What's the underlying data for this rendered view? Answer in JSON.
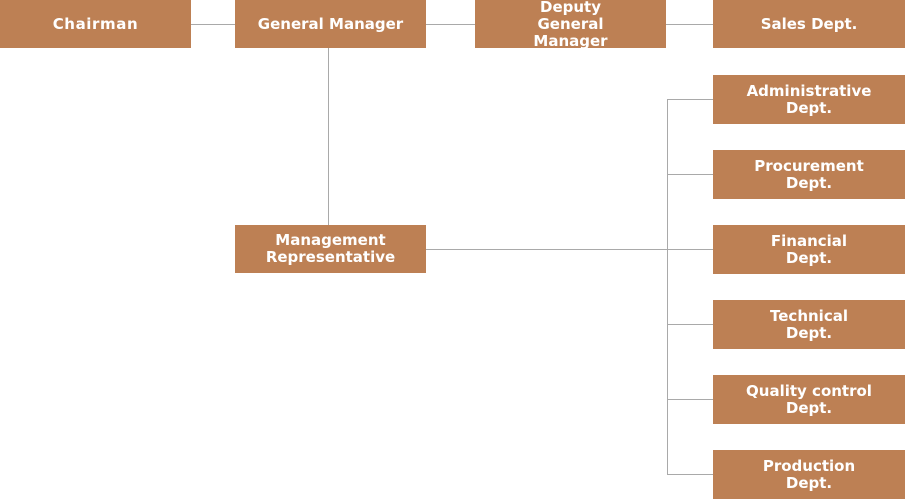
{
  "org_chart": {
    "chairman": "Chairman",
    "general_manager": "General Manager",
    "deputy_general_manager": "Deputy General Manager",
    "sales_dept": "Sales Dept.",
    "management_representative": "Management Representative",
    "departments": [
      "Administrative Dept.",
      "Procurement Dept.",
      "Financial Dept.",
      "Technical Dept.",
      "Quality control Dept.",
      "Production Dept."
    ]
  },
  "colors": {
    "box_fill": "#bd8054",
    "box_text": "#ffffff",
    "connector": "#a9a9a9"
  }
}
